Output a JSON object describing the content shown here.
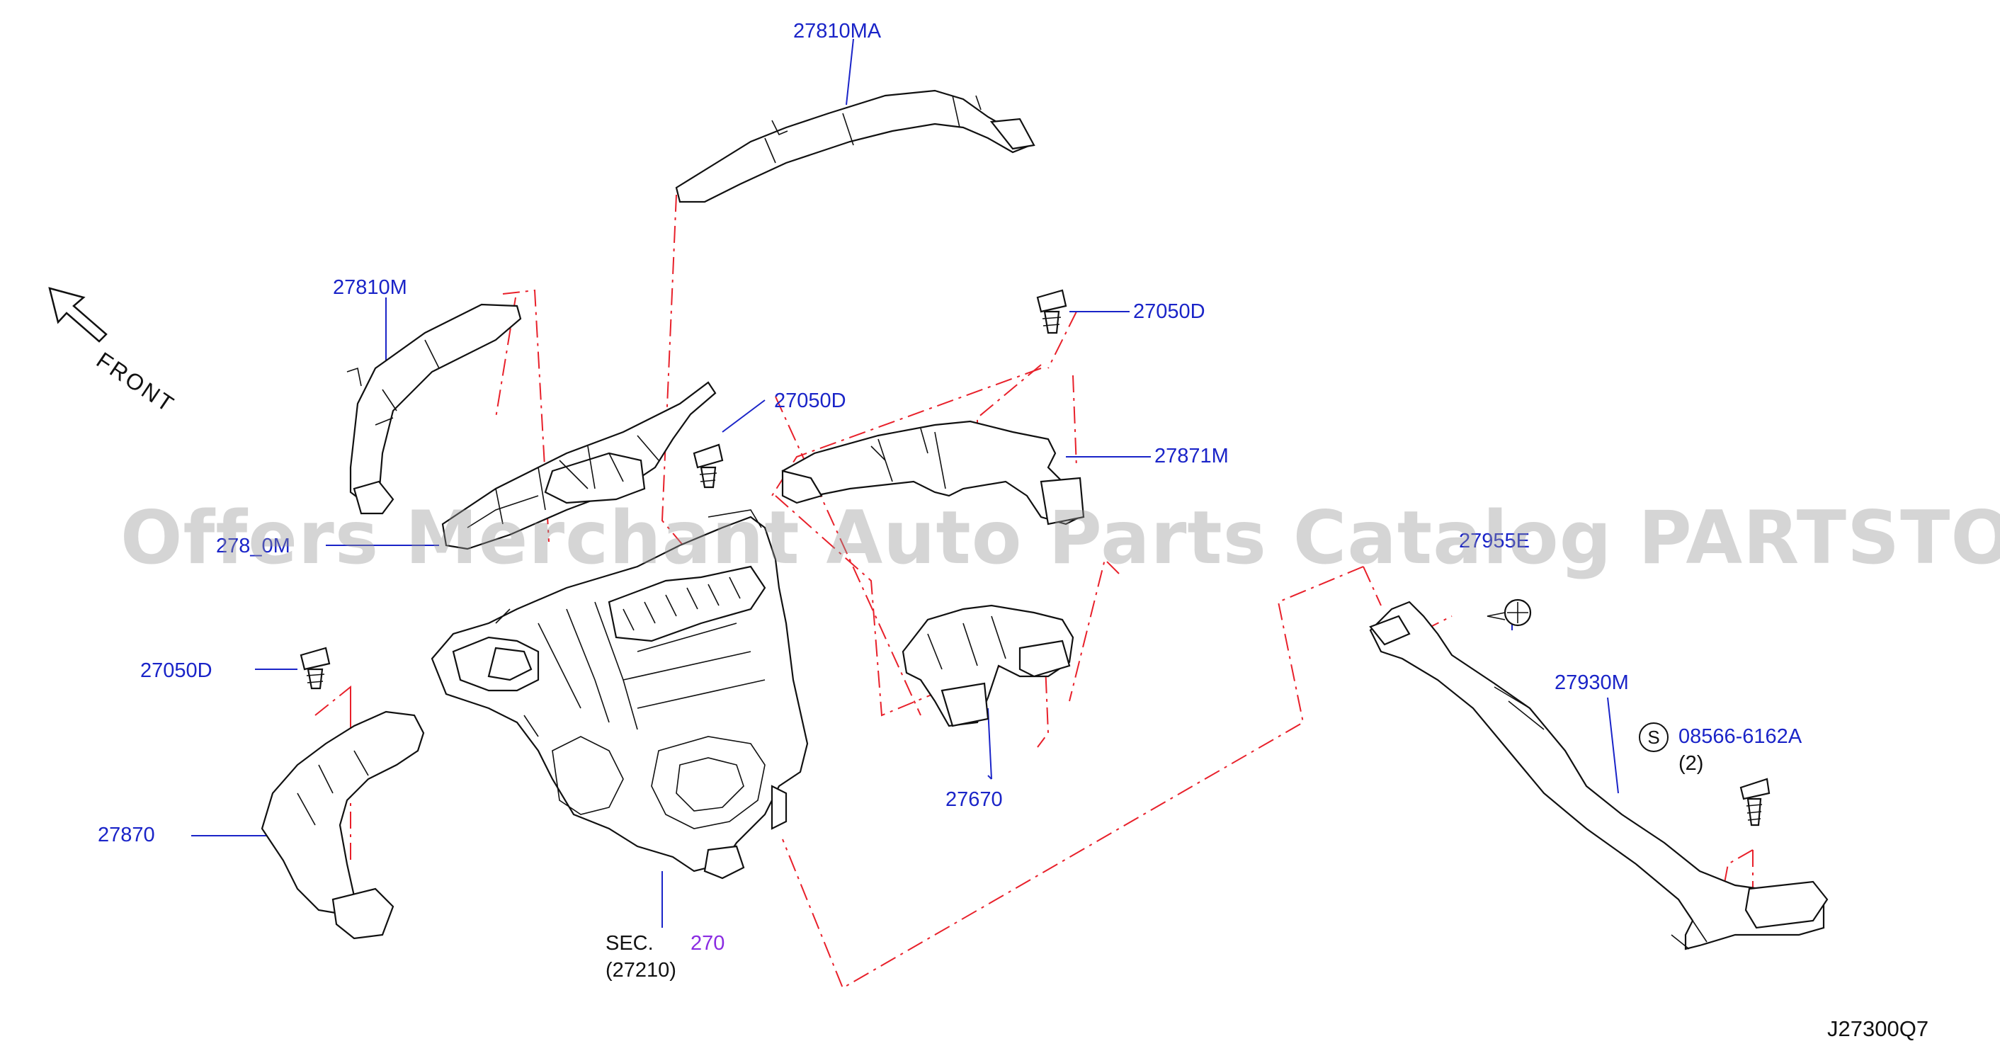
{
  "diagram": {
    "code": "J27300Q7",
    "orientation": "FRONT",
    "watermark": "Offers Merchant Auto Parts Catalog PARTSTORE.SA",
    "colors": {
      "part_number": "#1a24c8",
      "leader": "#1a24c8",
      "dash_line": "#e8202a",
      "section_ref": "#8a2be2"
    },
    "part_labels": {
      "p27810MA": "27810MA",
      "p27810M": "27810M",
      "p27810M_b": "278_0M",
      "p27050D_a": "27050D",
      "p27050D_b": "27050D",
      "p27050D_c": "27050D",
      "p27871M": "27871M",
      "p27955E": "27955E",
      "p27930M": "27930M",
      "p08566": "08566-6162A",
      "p08566_qty": "(2)",
      "p08566_symbol": "S",
      "p27670": "27670",
      "p27870": "27870"
    },
    "section_ref": {
      "prefix": "SEC.",
      "number": "270",
      "sub": "(27210)"
    }
  }
}
